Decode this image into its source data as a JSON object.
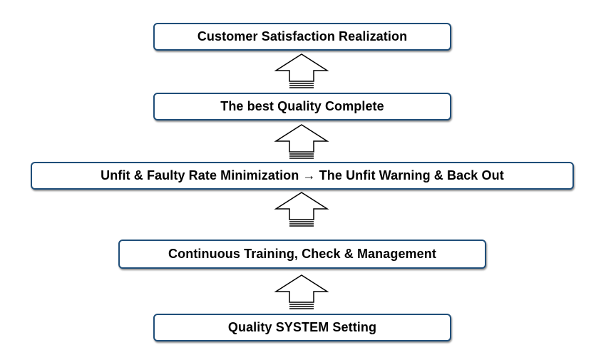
{
  "diagram": {
    "steps": [
      {
        "label": "Customer Satisfaction Realization"
      },
      {
        "label": "The best Quality Complete"
      },
      {
        "label": "Unfit & Faulty Rate Minimization → The Unfit Warning & Back Out"
      },
      {
        "label": "Continuous Training, Check & Management"
      },
      {
        "label": "Quality SYSTEM Setting"
      }
    ],
    "arrows": [
      {
        "icon": "up-arrow-icon"
      },
      {
        "icon": "up-arrow-icon"
      },
      {
        "icon": "up-arrow-icon"
      },
      {
        "icon": "up-arrow-icon"
      }
    ],
    "colors": {
      "box_border": "#1f4e79",
      "arrow_stroke": "#000000",
      "text": "#000000"
    }
  }
}
